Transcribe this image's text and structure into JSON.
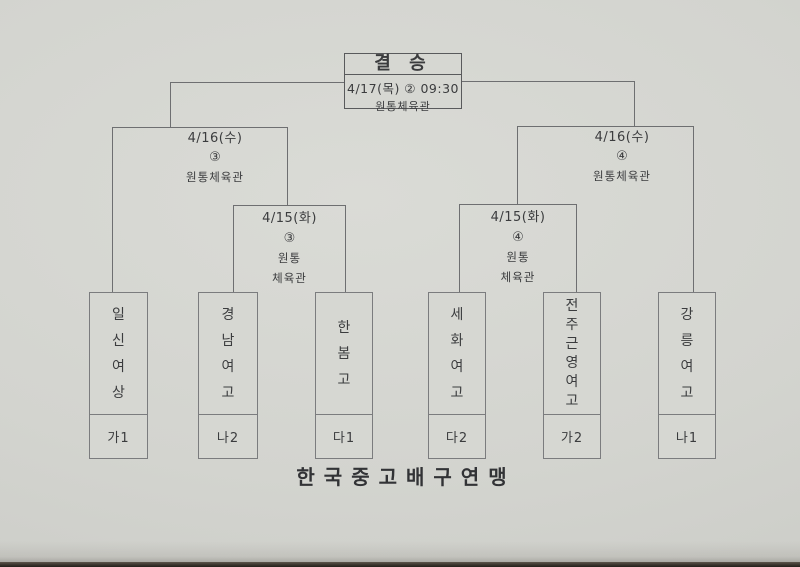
{
  "final": {
    "title": "결 승",
    "datetime": "4/17(목) ② 09:30",
    "venue": "원통체육관"
  },
  "semifinals": [
    {
      "date": "4/16(수)",
      "match_no": "③",
      "venue": "원통체육관"
    },
    {
      "date": "4/16(수)",
      "match_no": "④",
      "venue": "원통체육관"
    }
  ],
  "quarterfinals": [
    {
      "date": "4/15(화)",
      "match_no": "③",
      "venue_line1": "원통",
      "venue_line2": "체육관"
    },
    {
      "date": "4/15(화)",
      "match_no": "④",
      "venue_line1": "원통",
      "venue_line2": "체육관"
    }
  ],
  "teams": [
    {
      "name": "일신여상",
      "seed": "가1"
    },
    {
      "name": "경남여고",
      "seed": "나2"
    },
    {
      "name": "한봄고",
      "seed": "다1"
    },
    {
      "name": "세화여고",
      "seed": "다2"
    },
    {
      "name": "전주근영여고",
      "seed": "가2"
    },
    {
      "name": "강릉여고",
      "seed": "나1"
    }
  ],
  "footer": {
    "organization": "한국중고배구연맹"
  },
  "colors": {
    "paper": "#d3d4cf",
    "line": "#6e6f71",
    "text": "#3b3c3e"
  }
}
